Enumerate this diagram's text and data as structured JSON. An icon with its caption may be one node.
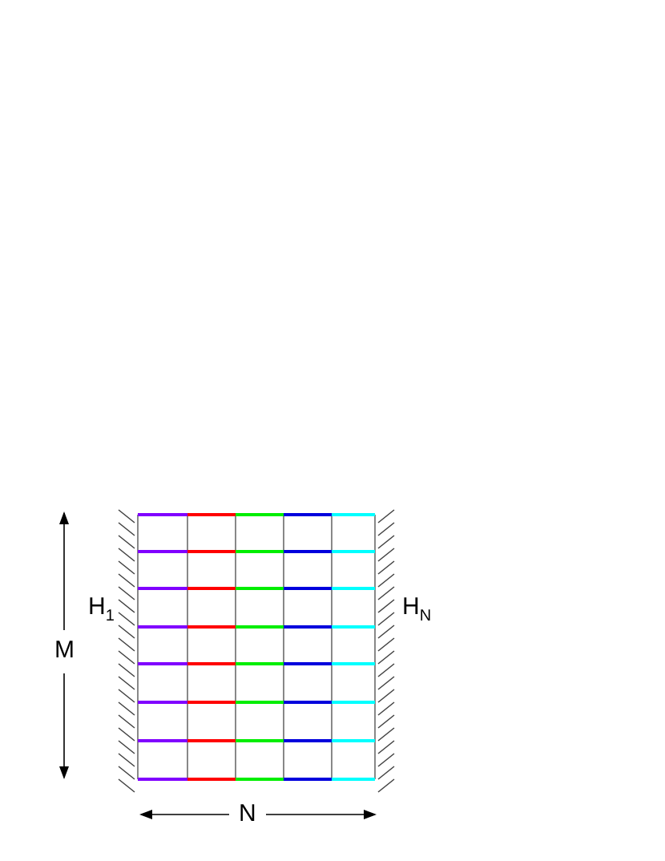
{
  "diagram": {
    "labels": [
      "H$_{1}$",
      "H$_{N}$",
      "M",
      "N"
    ]
  }
}
